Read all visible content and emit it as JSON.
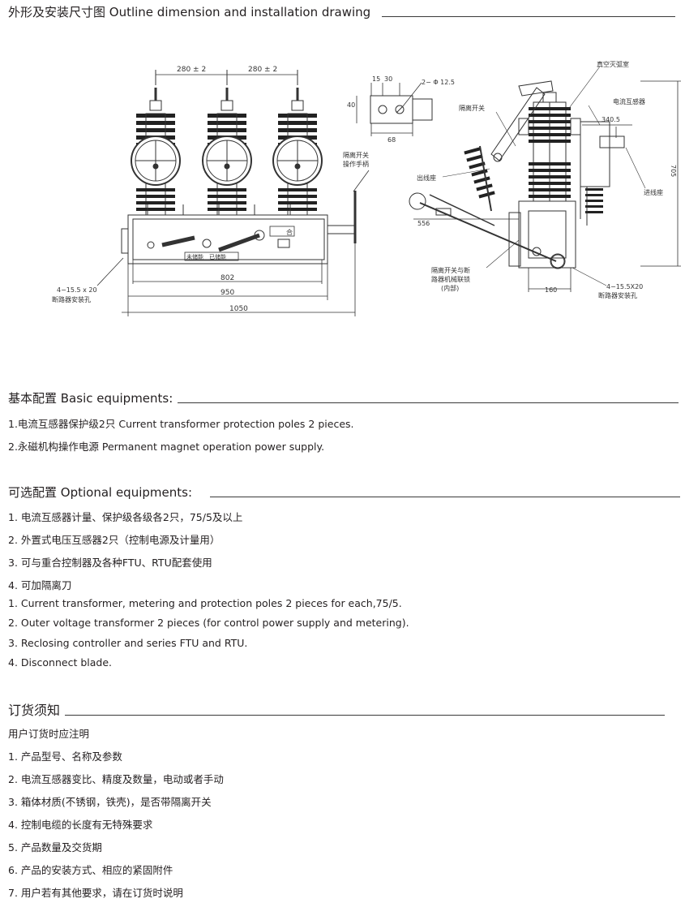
{
  "outline": {
    "heading": "外形及安装尺寸图 Outline dimension and installation drawing",
    "drawing": {
      "dim_280a": "280 ± 2",
      "dim_280b": "280 ± 2",
      "dim_802": "802",
      "dim_950": "950",
      "dim_1050": "1050",
      "hole_label_1": "4−15.5 x 20",
      "hole_label_2": "断路器安装孔",
      "handle_label_1": "隔离开关",
      "handle_label_2": "操作手柄",
      "plate_label_1": "未储能",
      "plate_label_2": "已储能",
      "he_label": "合",
      "detail_15": "15",
      "detail_30": "30",
      "detail_phi": "2− Φ 12.5",
      "detail_40": "40",
      "detail_68": "68",
      "side_vacuum": "真空灭弧室",
      "side_isolator": "隔离开关",
      "side_ct": "电流互感器",
      "side_340": "340.5",
      "side_705": "705",
      "side_out": "出线座",
      "side_in": "进线座",
      "side_556": "556",
      "side_interlock_1": "隔离开关与断",
      "side_interlock_2": "路器机械联锁",
      "side_interlock_3": "(内部)",
      "side_160": "160",
      "side_holes_1": "4−15.5X20",
      "side_holes_2": "断路器安装孔"
    }
  },
  "basic": {
    "heading": "基本配置 Basic equipments:",
    "items": [
      "1.电流互感器保护级2只 Current transformer protection poles 2 pieces.",
      "2.永磁机构操作电源 Permanent magnet operation power supply."
    ]
  },
  "optional": {
    "heading": "可选配置 Optional equipments:",
    "items": [
      "1. 电流互感器计量、保护级各级各2只，75/5及以上",
      "2. 外置式电压互感器2只（控制电源及计量用）",
      "3. 可与重合控制器及各种FTU、RTU配套使用",
      "4. 可加隔离刀",
      "1. Current transformer, metering and protection poles 2 pieces for each,75/5.",
      "2. Outer voltage transformer 2 pieces (for control power supply and metering).",
      "3. Reclosing controller and series FTU and RTU.",
      "4. Disconnect blade."
    ]
  },
  "ordering": {
    "heading": "订货须知",
    "intro": "用户订货时应注明",
    "items": [
      "1. 产品型号、名称及参数",
      "2. 电流互感器变比、精度及数量，电动或者手动",
      "3. 箱体材质(不锈钢，铁壳)，是否带隔离开关",
      "4. 控制电缆的长度有无特殊要求",
      "5. 产品数量及交货期",
      "6. 产品的安装方式、相应的紧固附件",
      "7. 用户若有其他要求，请在订货时说明"
    ]
  }
}
